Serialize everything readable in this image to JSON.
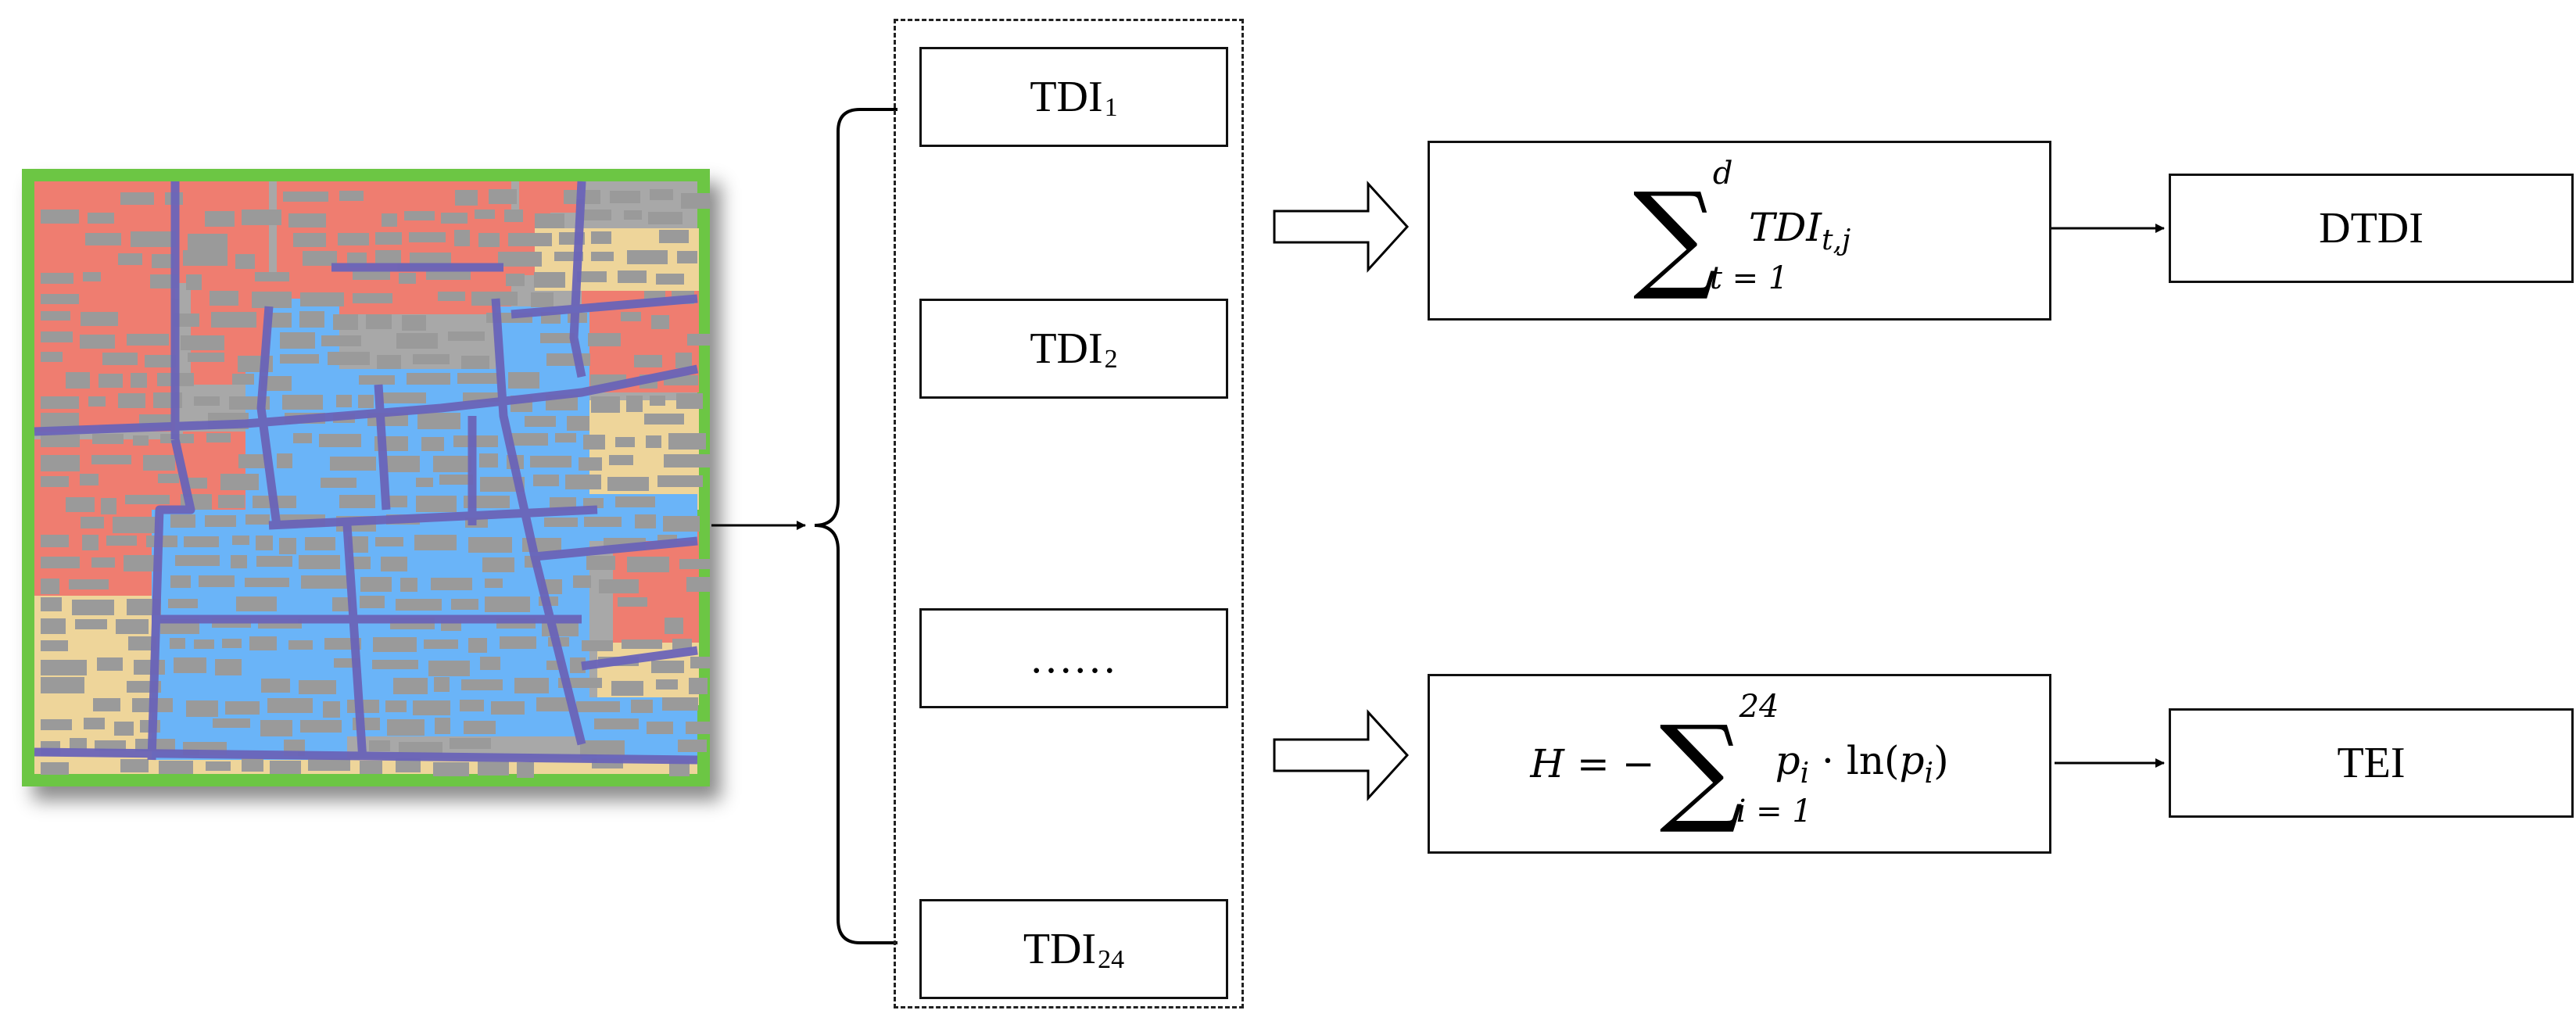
{
  "tdi_boxes": [
    {
      "base": "TDI",
      "sub": "1"
    },
    {
      "base": "TDI",
      "sub": "2"
    },
    {
      "base": "……",
      "sub": ""
    },
    {
      "base": "TDI",
      "sub": "24"
    }
  ],
  "formula_top": {
    "sum_upper": "d",
    "sum_lower": "t = 1",
    "term_base": "TDI",
    "term_sub": "t,j"
  },
  "formula_bottom": {
    "lhs": "H = −",
    "sum_upper": "24",
    "sum_lower": "i = 1",
    "term_p": "p",
    "term_p_sub": "i",
    "dot": " · ",
    "ln_open": "ln(",
    "term_p2": "p",
    "term_p2_sub": "i",
    "ln_close": ")"
  },
  "results": {
    "top": "DTDI",
    "bottom": "TEI"
  },
  "colors": {
    "map_border": "#6cc644",
    "residential": "#ef7d70",
    "commercial": "#6ab4f8",
    "industrial": "#eed59a",
    "buildings": "#9a9a9a",
    "roads": "#6a64b8"
  }
}
